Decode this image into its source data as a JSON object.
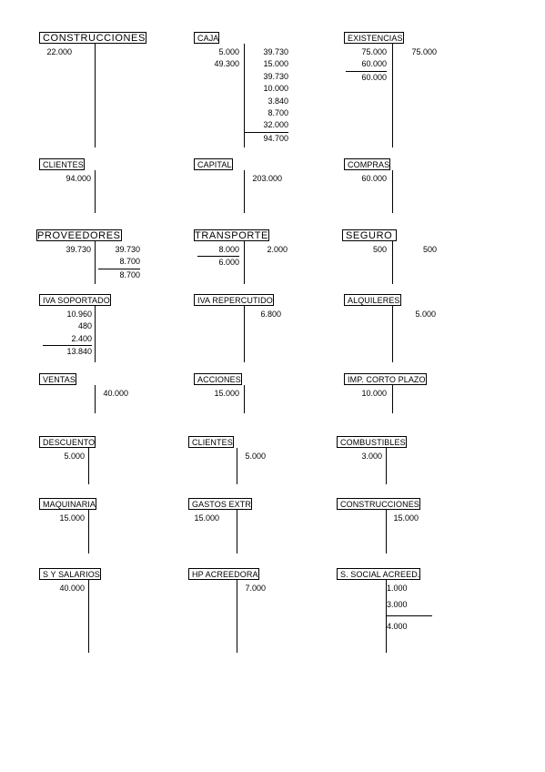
{
  "accounts": [
    {
      "title": "CONSTRUCCIONES",
      "debe": [
        "22.000"
      ],
      "haber": []
    },
    {
      "title": "CAJA",
      "debe": [
        "5.000",
        "49.300"
      ],
      "haber": [
        "39.730",
        "15.000",
        "39.730",
        "10.000",
        "3.840",
        "8.700",
        "32.000",
        "94.700"
      ]
    },
    {
      "title": "EXISTENCIAS",
      "debe": [
        "75.000",
        "60.000",
        "60.000"
      ],
      "haber": [
        "75.000"
      ]
    },
    {
      "title": "CLIENTES",
      "debe": [
        "94.000"
      ],
      "haber": []
    },
    {
      "title": "CAPITAL",
      "debe": [],
      "haber": [
        "203.000"
      ]
    },
    {
      "title": "COMPRAS",
      "debe": [
        "60.000"
      ],
      "haber": []
    },
    {
      "title": "PROVEEDORES",
      "debe": [
        "39.730"
      ],
      "haber": [
        "39.730",
        "8.700",
        "8.700"
      ]
    },
    {
      "title": "TRANSPORTE",
      "debe": [
        "8.000",
        "6.000"
      ],
      "haber": [
        "2.000"
      ]
    },
    {
      "title": "SEGURO",
      "debe": [
        "500"
      ],
      "haber": [
        "500"
      ]
    },
    {
      "title": "IVA SOPORTADO",
      "debe": [
        "10.960",
        "480",
        "2.400",
        "13.840"
      ],
      "haber": []
    },
    {
      "title": "IVA REPERCUTIDO",
      "debe": [],
      "haber": [
        "6.800"
      ]
    },
    {
      "title": "ALQUILERES",
      "debe": [],
      "haber": [
        "5.000"
      ]
    },
    {
      "title": "VENTAS",
      "debe": [],
      "haber": [
        "40.000"
      ]
    },
    {
      "title": "ACCIONES",
      "debe": [
        "15.000"
      ],
      "haber": []
    },
    {
      "title": "IMP. CORTO PLAZO",
      "debe": [
        "10.000"
      ],
      "haber": []
    },
    {
      "title": "DESCUENTO",
      "debe": [
        "5.000"
      ],
      "haber": []
    },
    {
      "title": "CLIENTES",
      "debe": [],
      "haber": [
        "5.000"
      ]
    },
    {
      "title": "COMBUSTIBLES",
      "debe": [
        "3.000"
      ],
      "haber": []
    },
    {
      "title": "MAQUINARIA",
      "debe": [
        "15.000"
      ],
      "haber": []
    },
    {
      "title": "GASTOS EXTR",
      "debe": [
        "15.000"
      ],
      "haber": []
    },
    {
      "title": "CONSTRUCCIONES",
      "debe": [],
      "haber": [
        "15.000"
      ]
    },
    {
      "title": "S Y SALARIOS",
      "debe": [
        "40.000"
      ],
      "haber": []
    },
    {
      "title": "HP ACREEDORA",
      "debe": [],
      "haber": [
        "7.000"
      ]
    },
    {
      "title": "S. SOCIAL ACREED.",
      "debe": [],
      "haber": [
        "1.000",
        "3.000",
        "4.000"
      ]
    }
  ]
}
